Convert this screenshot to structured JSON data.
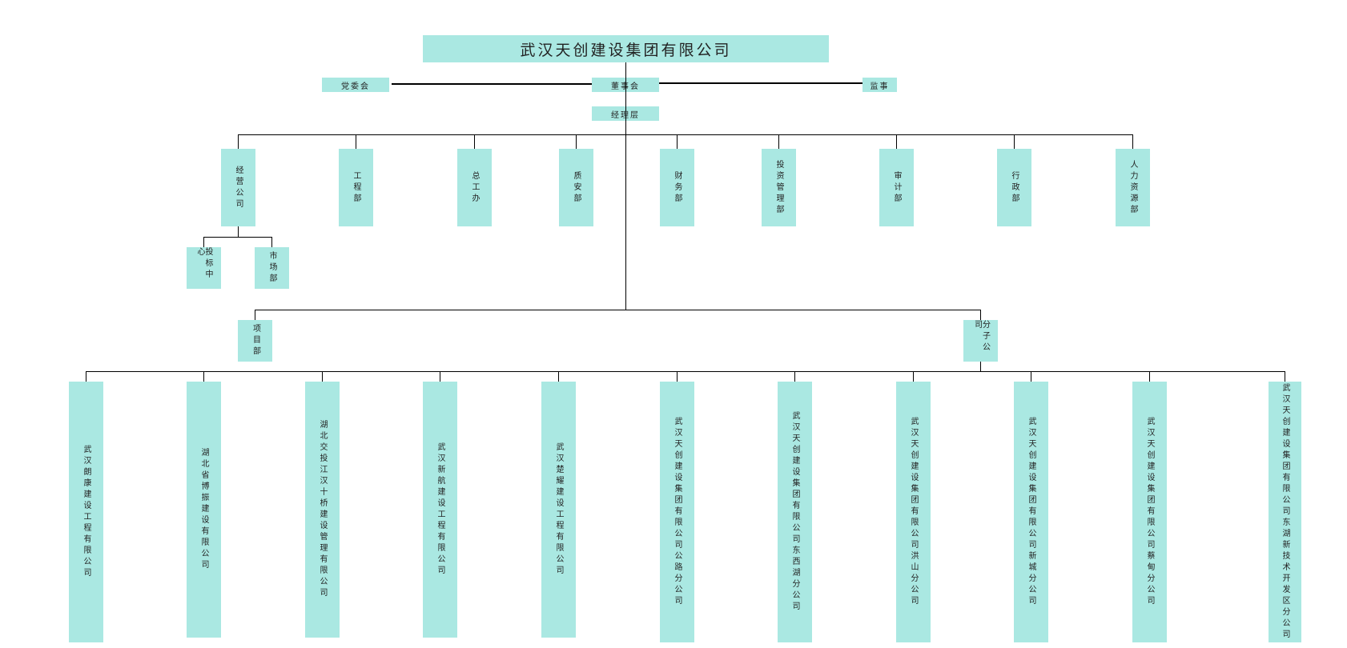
{
  "company": "武汉天创建设集团有限公司",
  "party_committee": "党委会",
  "board": "董事会",
  "supervisor": "监事",
  "management": "经理层",
  "departments": [
    "经营公司",
    "工程部",
    "总工办",
    "质安部",
    "财务部",
    "投资管理部",
    "审计部",
    "行政部",
    "人力资源部"
  ],
  "business_sub": [
    "投标中心",
    "市场部"
  ],
  "project_dept": "项目部",
  "branches_label": "分子公司",
  "branches": [
    "武汉朗康建设工程有限公司",
    "湖北省博振建设有限公司",
    "湖北交投江汉十桥建设管理有限公司",
    "武汉新航建设工程有限公司",
    "武汉楚耀建设工程有限公司",
    "武汉天创建设集团有限公司公路分公司",
    "武汉天创建设集团有限公司东西湖分公司",
    "武汉天创建设集团有限公司洪山分公司",
    "武汉天创建设集团有限公司新城分公司",
    "武汉天创建设集团有限公司蔡甸分公司",
    "武汉天创建设集团有限公司东湖新技术开发区分公司"
  ],
  "colors": {
    "box": "#aae8e2",
    "line": "#000000"
  }
}
